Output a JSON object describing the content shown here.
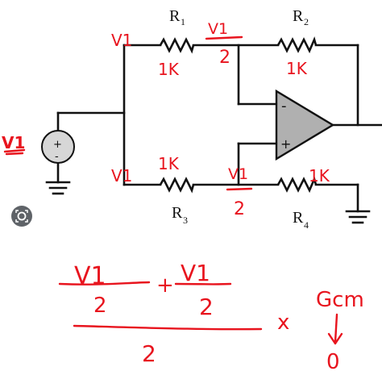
{
  "resistors": {
    "r1": {
      "letter": "R",
      "index": "1"
    },
    "r2": {
      "letter": "R",
      "index": "2"
    },
    "r3": {
      "letter": "R",
      "index": "3"
    },
    "r4": {
      "letter": "R",
      "index": "4"
    }
  },
  "opamp": {
    "inverting": "-",
    "noninverting": "+"
  },
  "source": {
    "plus": "+",
    "minus": "-"
  },
  "annotations": {
    "source_label": "V1",
    "v1_top_left": "V1",
    "v1_top_mid": "V1",
    "two_top_mid": "2",
    "r1_value": "1K",
    "r2_value": "1K",
    "v1_bottom_left": "V1",
    "r3_value": "1K",
    "v1_bottom_mid": "V1",
    "two_bottom_mid": "2",
    "r4_value": "1K"
  },
  "formula": {
    "num1": "V1",
    "den1": "2",
    "plus": "+",
    "num2": "V1",
    "den2": "2",
    "den": "2",
    "times": "x",
    "gcm": "Gcm",
    "result": "0"
  }
}
